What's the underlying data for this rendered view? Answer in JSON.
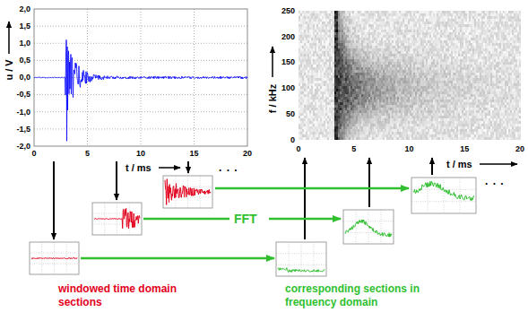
{
  "diagram": {
    "labels": [
      "2,0",
      "1,5",
      "1,0",
      "0,5",
      "0,0",
      "-0,5",
      "-1,0",
      "-1,5",
      "-2,0",
      "u / V",
      "0",
      "5",
      "10",
      "15",
      "20",
      "t / ms",
      "250",
      "200",
      "150",
      "100",
      "50",
      "0",
      "f / kHz",
      "0",
      "5",
      "10",
      "15",
      "20",
      "t / ms",
      ". . .",
      ". . .",
      "FFT",
      "windowed time domain sections",
      "corresponding sections in frequency domain"
    ]
  }
}
